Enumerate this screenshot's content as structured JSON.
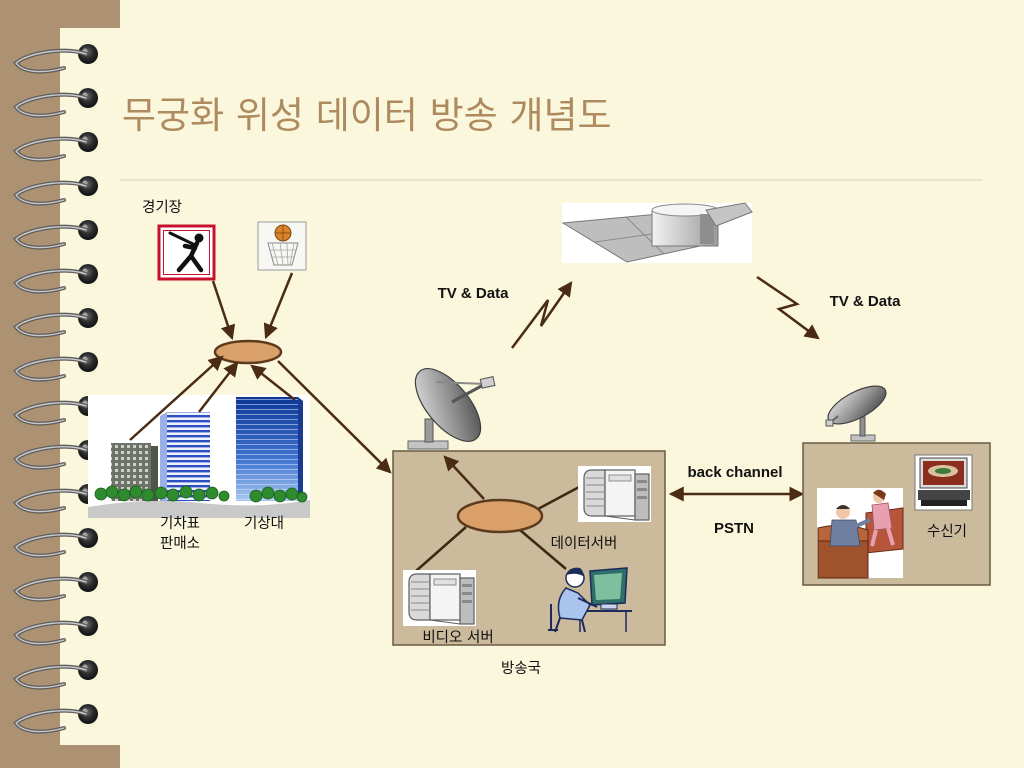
{
  "slide": {
    "title": "무궁화 위성 데이터 방송 개념도"
  },
  "sources": {
    "stadium_label": "경기장",
    "ticket_office_label_line1": "기차표",
    "ticket_office_label_line2": "판매소",
    "weather_station_label": "기상대"
  },
  "links": {
    "uplink_label": "TV & Data",
    "downlink_label": "TV & Data",
    "back_channel_label": "back channel",
    "return_network_label": "PSTN"
  },
  "broadcast_station": {
    "label": "방송국",
    "data_server_label": "데이터서버",
    "video_server_label": "비디오 서버"
  },
  "receiver": {
    "label": "수신기"
  },
  "colors": {
    "page": "#FBF7DD",
    "binding_edge": "#AC9272",
    "title": "#AD8B5E",
    "box_fill": "#CBBA9C",
    "box_stroke": "#6B5A44",
    "hub_fill": "#D9A069",
    "hub_stroke": "#5C3A1E",
    "arrow": "#4A2C14"
  }
}
